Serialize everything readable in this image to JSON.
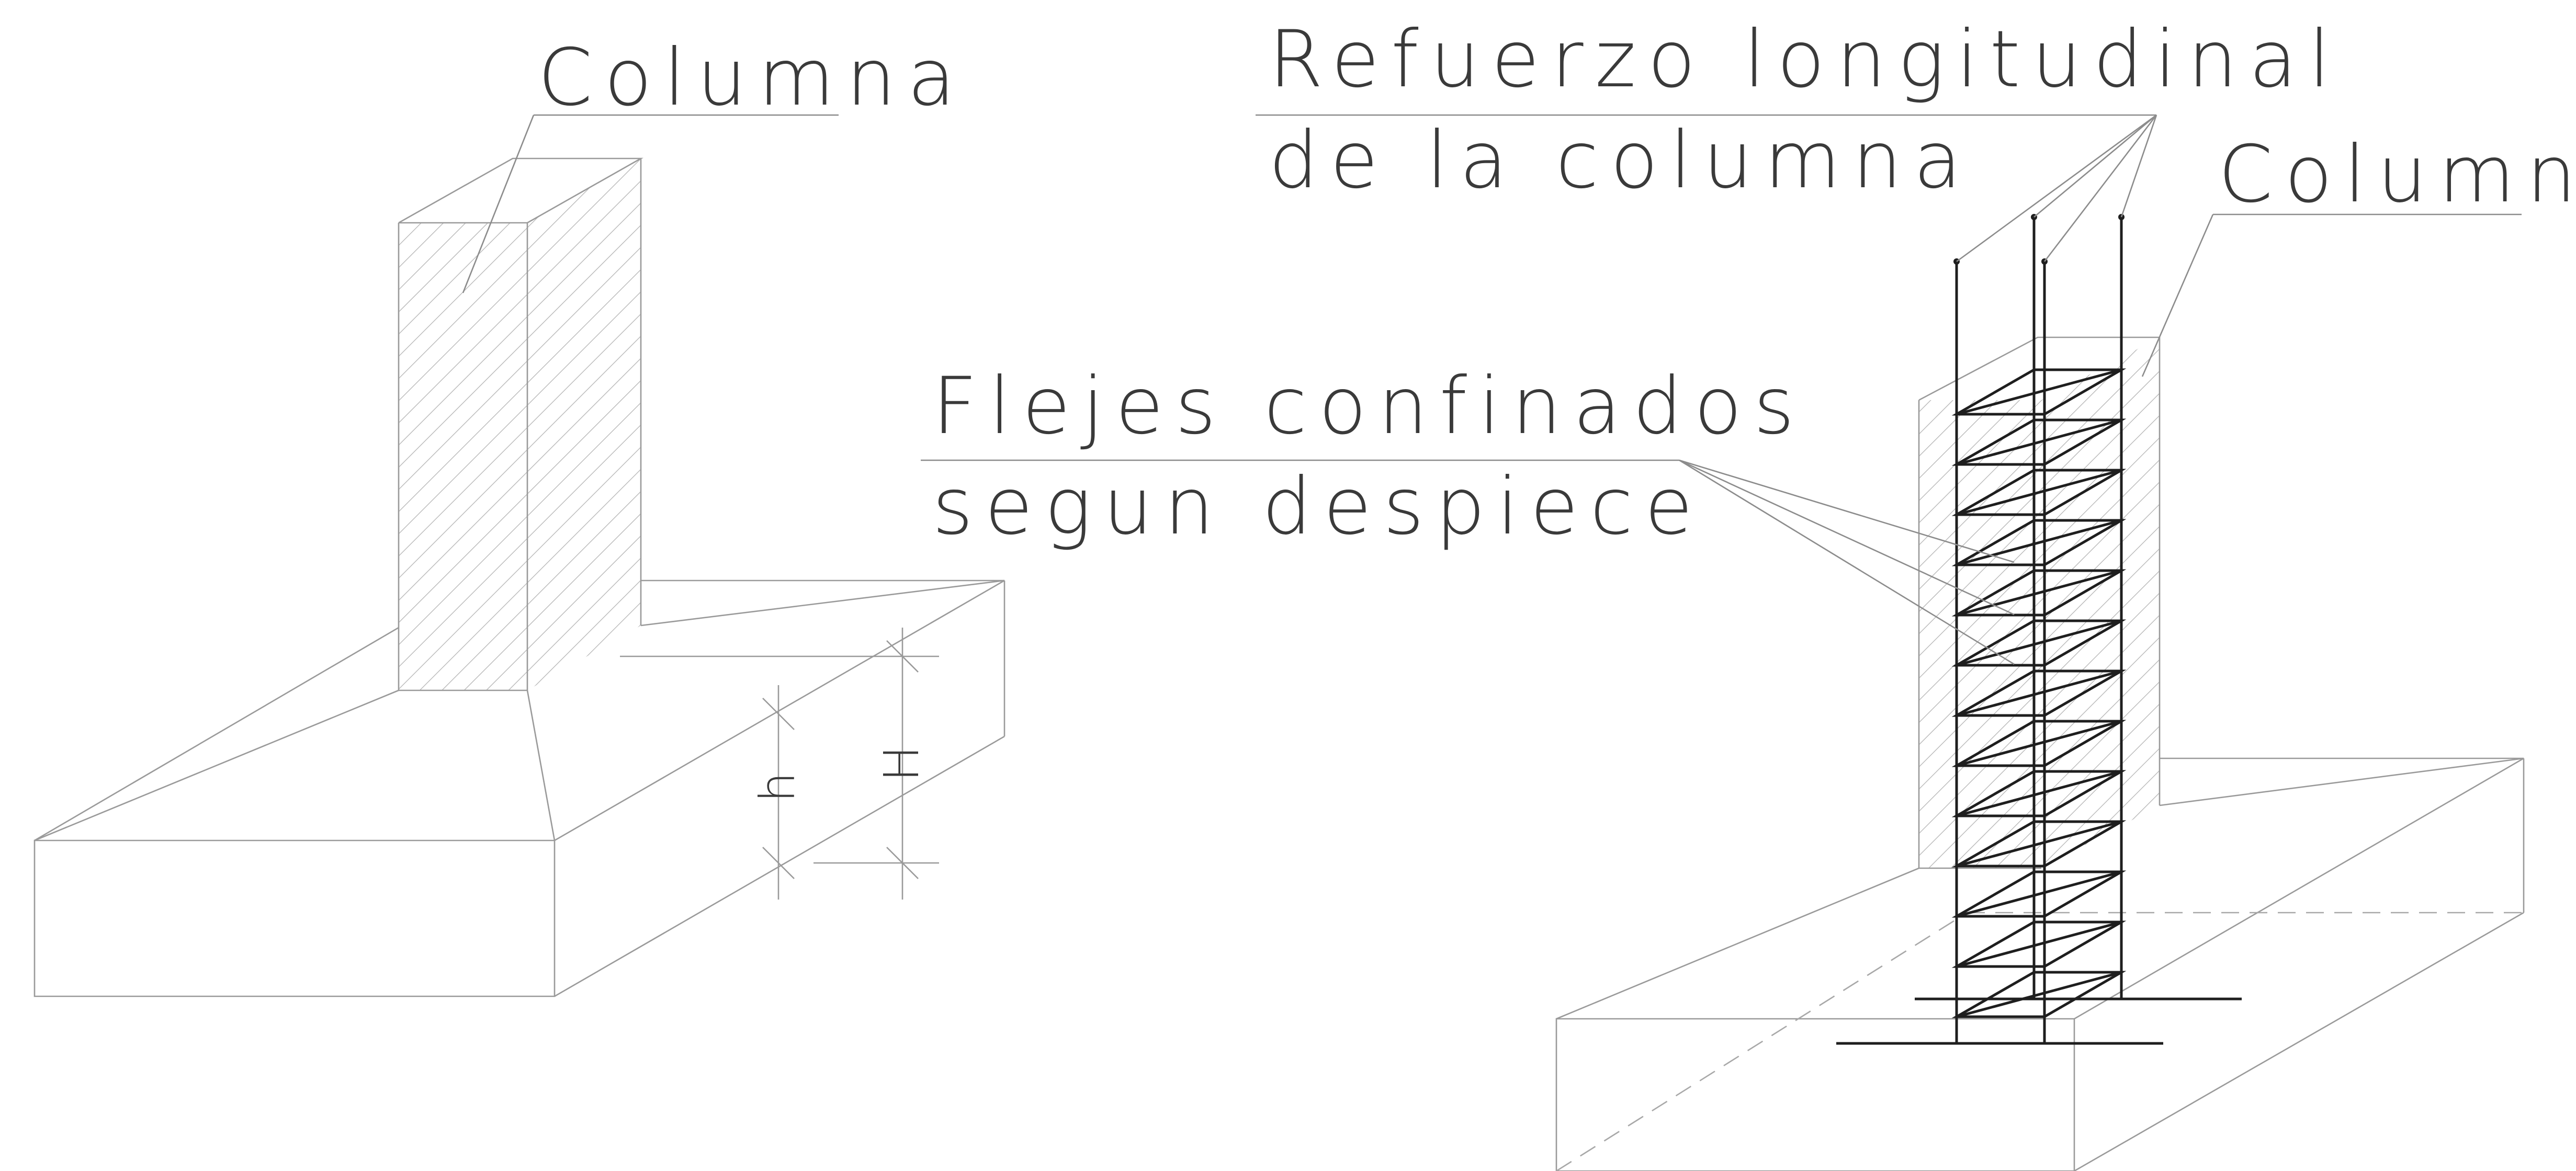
{
  "labels": {
    "columna_left": "Columna",
    "refuerzo_line1": "Refuerzo longitudinal",
    "refuerzo_line2": "de la columna",
    "columna_right": "Columna",
    "flejes_line1": "Flejes confinados",
    "flejes_line2": "segun despiece"
  },
  "dimensions": {
    "small_height": "h",
    "total_height": "H"
  },
  "colors": {
    "outline": "#9a9a9a",
    "rebar": "#1e1e1e",
    "hatch": "#b4b4b4",
    "text": "#3a3a3a"
  }
}
